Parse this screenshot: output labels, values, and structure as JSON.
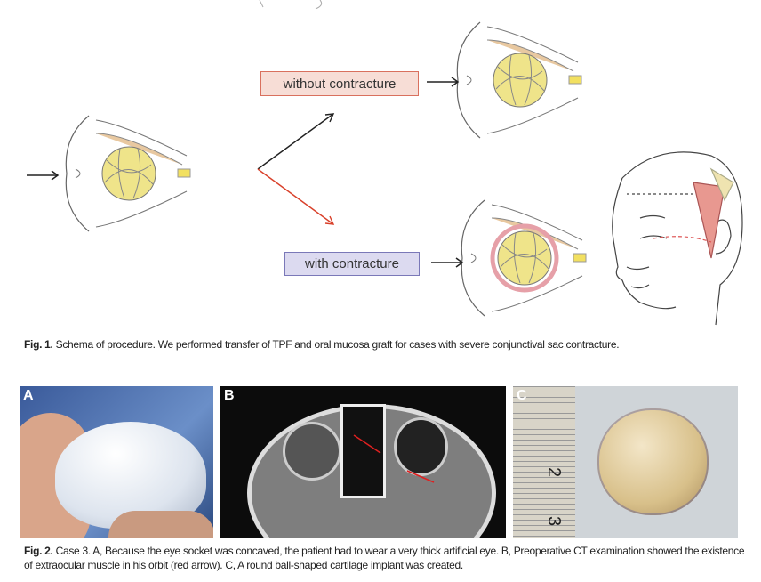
{
  "figure1": {
    "label_without": "without contracture",
    "label_with": "with contracture",
    "caption_label": "Fig. 1.",
    "caption_text": " Schema of procedure. We performed transfer of TPF and oral mucosa graft for cases with severe conjunctival sac contracture."
  },
  "figure2": {
    "panels": [
      "A",
      "B",
      "C"
    ],
    "ruler_marks": [
      "2",
      "3"
    ],
    "caption_label": "Fig. 2.",
    "caption_text": " Case 3. A, Because the eye socket was concaved, the patient  had to wear a very thick artificial eye. B, Preoperative CT examination showed the existence of extraocular muscle in his orbit (red arrow). C, A round ball-shaped cartilage implant was created."
  },
  "colors": {
    "without_box": "#f7ddd6",
    "without_border": "#d9705e",
    "with_box": "#dcdaf0",
    "with_border": "#7a78b8",
    "arrow_red": "#d9412b"
  }
}
